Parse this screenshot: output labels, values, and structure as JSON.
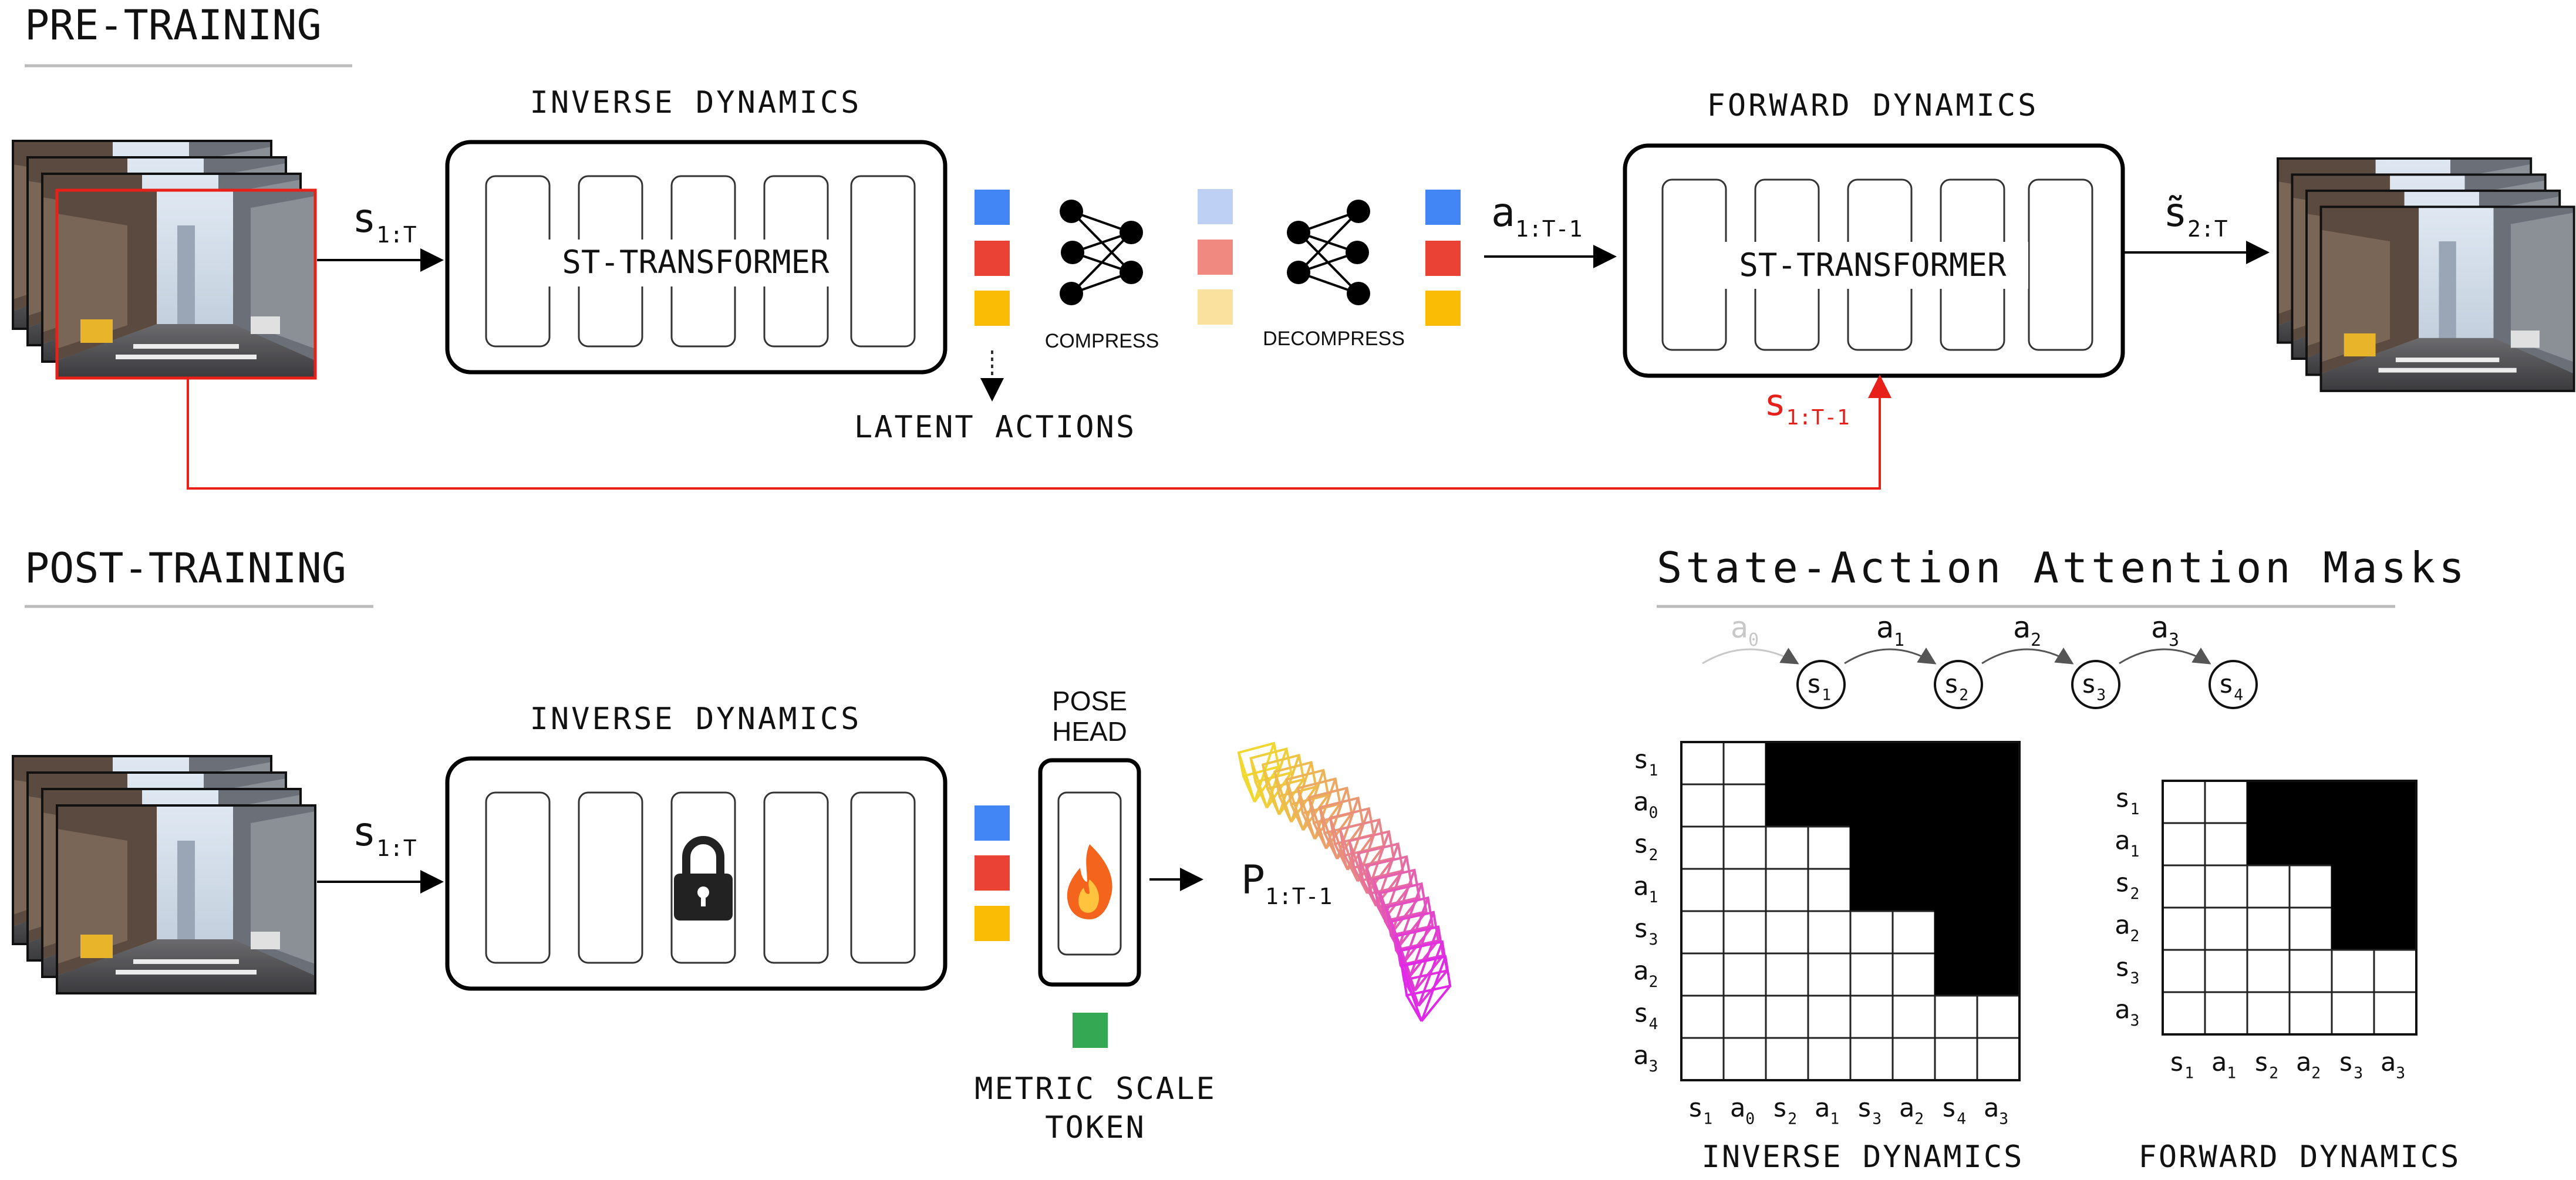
{
  "sections": {
    "pretraining": "PRE-TRAINING",
    "posttraining": "POST-TRAINING",
    "masks": "State-Action Attention Masks"
  },
  "pre": {
    "inverse_title": "INVERSE DYNAMICS",
    "inverse_body": "ST-TRANSFORMER",
    "forward_title": "FORWARD DYNAMICS",
    "forward_body": "ST-TRANSFORMER",
    "input_base": "s",
    "input_sub": "1:T",
    "action_base": "a",
    "action_sub": "1:T-1",
    "out_base": "s̃",
    "out_sub": "2:T",
    "red_base": "s",
    "red_sub": "1:T-1",
    "compress": "COMPRESS",
    "decompress": "DECOMPRESS",
    "latent": "LATENT ACTIONS"
  },
  "post": {
    "inverse_title": "INVERSE DYNAMICS",
    "input_base": "s",
    "input_sub": "1:T",
    "pose_head_1": "POSE",
    "pose_head_2": "HEAD",
    "out_base": "P",
    "out_sub": "1:T-1",
    "metric_1": "METRIC SCALE",
    "metric_2": "TOKEN"
  },
  "chain": {
    "nodes": [
      {
        "b": "s",
        "s": "1"
      },
      {
        "b": "s",
        "s": "2"
      },
      {
        "b": "s",
        "s": "3"
      },
      {
        "b": "s",
        "s": "4"
      }
    ],
    "actions": [
      {
        "b": "a",
        "s": "0"
      },
      {
        "b": "a",
        "s": "1"
      },
      {
        "b": "a",
        "s": "2"
      },
      {
        "b": "a",
        "s": "3"
      }
    ]
  },
  "masks": {
    "inverse": {
      "caption": "INVERSE DYNAMICS",
      "labels": [
        {
          "b": "s",
          "s": "1"
        },
        {
          "b": "a",
          "s": "0"
        },
        {
          "b": "s",
          "s": "2"
        },
        {
          "b": "a",
          "s": "1"
        },
        {
          "b": "s",
          "s": "3"
        },
        {
          "b": "a",
          "s": "2"
        },
        {
          "b": "s",
          "s": "4"
        },
        {
          "b": "a",
          "s": "3"
        }
      ],
      "black_from_col": [
        2,
        2,
        4,
        4,
        6,
        6,
        8,
        8
      ]
    },
    "forward": {
      "caption": "FORWARD DYNAMICS",
      "labels": [
        {
          "b": "s",
          "s": "1"
        },
        {
          "b": "a",
          "s": "1"
        },
        {
          "b": "s",
          "s": "2"
        },
        {
          "b": "a",
          "s": "2"
        },
        {
          "b": "s",
          "s": "3"
        },
        {
          "b": "a",
          "s": "3"
        }
      ],
      "black_from_col": [
        2,
        2,
        4,
        4,
        6,
        6
      ]
    }
  },
  "colors": {
    "blue": "#4285f4",
    "red": "#ea4335",
    "yellow": "#fbbc05",
    "green": "#34a853",
    "light_blue": "#bed0f4",
    "light_red": "#f08a80",
    "light_yellow": "#fbe19e",
    "red_line": "#e8201a"
  }
}
